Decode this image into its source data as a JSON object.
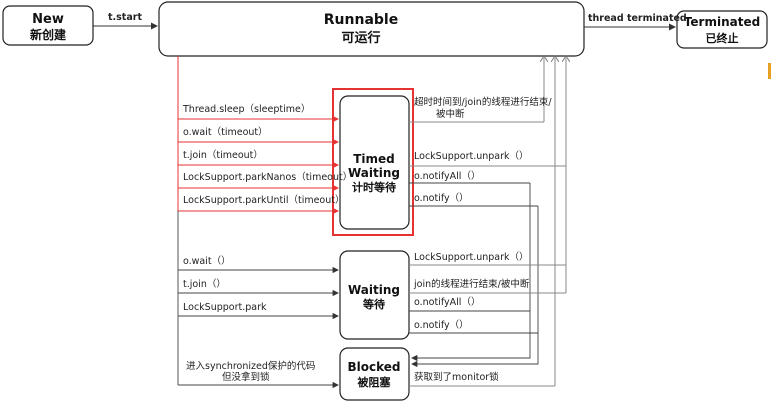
{
  "states": {
    "new": {
      "title": "New",
      "subtitle": "新创建"
    },
    "runnable": {
      "title": "Runnable",
      "subtitle": "可运行"
    },
    "terminated": {
      "title": "Terminated",
      "subtitle": "已终止"
    },
    "timed_waiting": {
      "title_line1": "Timed",
      "title_line2": "Waiting",
      "subtitle": "计时等待"
    },
    "waiting": {
      "title": "Waiting",
      "subtitle": "等待"
    },
    "blocked": {
      "title": "Blocked",
      "subtitle": "被阻塞"
    }
  },
  "edges": {
    "new_to_runnable": "t.start",
    "runnable_to_terminated": "thread terminated",
    "to_timed_waiting": [
      "Thread.sleep（sleeptime）",
      "o.wait（timeout）",
      "t.join（timeout）",
      "LockSupport.parkNanos（timeout）",
      "LockSupport.parkUntil（timeout）"
    ],
    "timed_waiting_exit": [
      "超时时间到/join的线程进行结束/",
      "被中断",
      "LockSupport.unpark（）",
      "o.notifyAll（）",
      "o.notify（）"
    ],
    "to_waiting": [
      "o.wait（）",
      "t.join（）",
      "LockSupport.park"
    ],
    "waiting_exit": [
      "LockSupport.unpark（）",
      "join的线程进行结束/被中断",
      "o.notifyAll（）",
      "o.notify（）"
    ],
    "to_blocked": [
      "进入synchronized保护的代码",
      "但没拿到锁"
    ],
    "blocked_exit": "获取到了monitor锁"
  },
  "colors": {
    "highlight": "#e53333",
    "edge": "#333333",
    "return_edge": "#888888",
    "edge_marker": "#e8a020"
  }
}
